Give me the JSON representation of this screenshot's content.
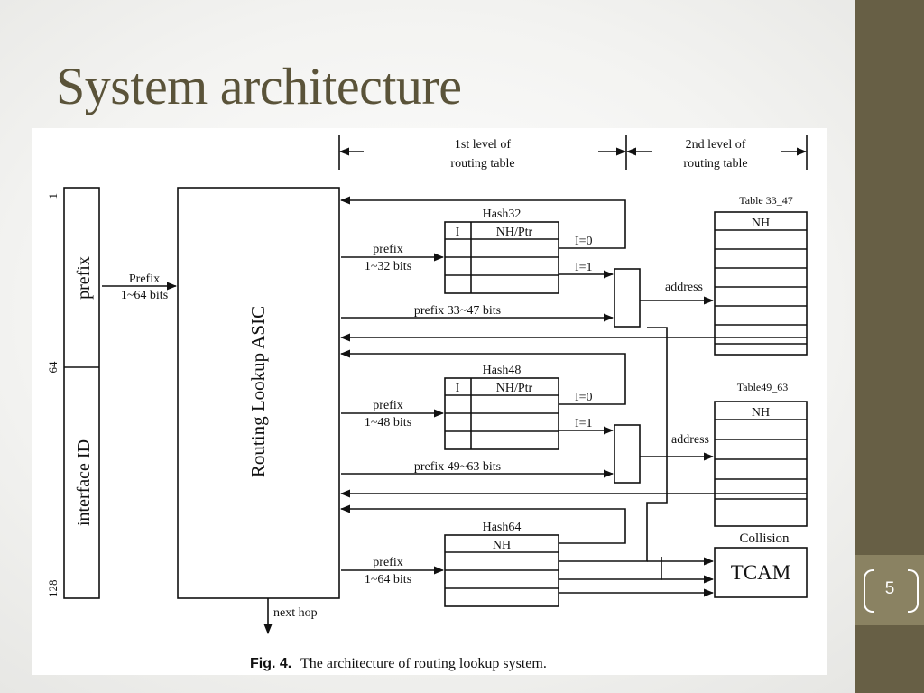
{
  "slide": {
    "title": "System architecture",
    "page_number": "5"
  },
  "colors": {
    "accent": "#675f45",
    "title": "#5a5339"
  },
  "diagram": {
    "level1_label": [
      "1st level of",
      "routing table"
    ],
    "level2_label": [
      "2nd level of",
      "routing table"
    ],
    "bit_labels": {
      "b1": "1",
      "b64": "64",
      "b128": "128"
    },
    "field_prefix": "prefix",
    "field_interface": "interface ID",
    "prefix_in": [
      "Prefix",
      "1~64 bits"
    ],
    "asic": "Routing Lookup ASIC",
    "next_hop": "next hop",
    "hash32": {
      "name": "Hash32",
      "col_i": "I",
      "col_nh": "NH/Ptr",
      "in": [
        "prefix",
        "1~32 bits"
      ],
      "i0": "I=0",
      "i1": "I=1"
    },
    "prefix_33_47": "prefix 33~47 bits",
    "table_33_47": {
      "name": "Table 33_47",
      "header": "NH"
    },
    "address": "address",
    "hash48": {
      "name": "Hash48",
      "col_i": "I",
      "col_nh": "NH/Ptr",
      "in": [
        "prefix",
        "1~48 bits"
      ],
      "i0": "I=0",
      "i1": "I=1"
    },
    "prefix_49_63": "prefix 49~63 bits",
    "table_49_63": {
      "name": "Table49_63",
      "header": "NH"
    },
    "hash64": {
      "name": "Hash64",
      "header": "NH",
      "in": [
        "prefix",
        "1~64 bits"
      ]
    },
    "collision": "Collision",
    "tcam": "TCAM",
    "caption_bold": "Fig. 4.",
    "caption": "The architecture of routing lookup system."
  }
}
